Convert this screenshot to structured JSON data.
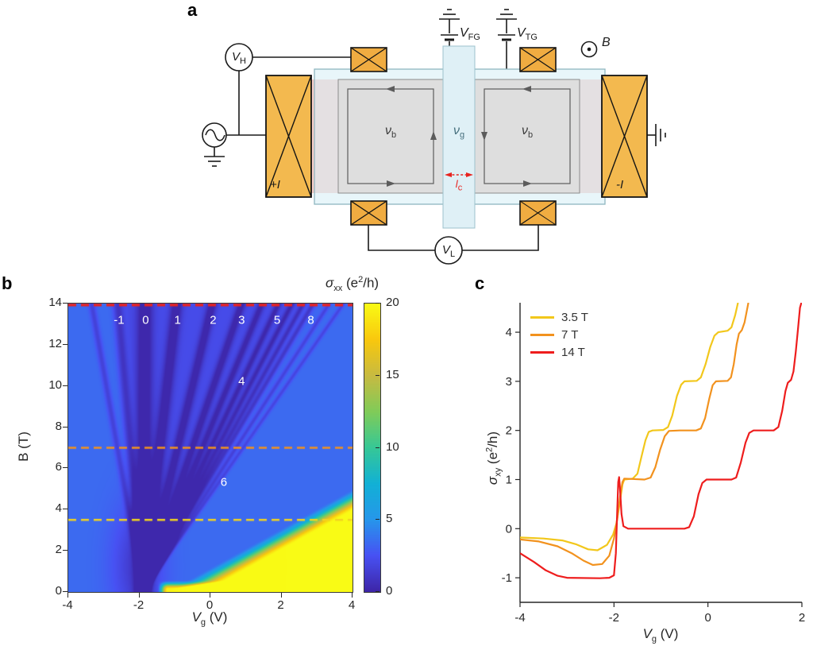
{
  "figure_labels": {
    "a": "a",
    "b": "b",
    "c": "c"
  },
  "panel_a": {
    "vh": {
      "base": "V",
      "sub": "H"
    },
    "vl": {
      "base": "V",
      "sub": "L"
    },
    "vfg": {
      "base": "V",
      "sub": "FG"
    },
    "vtg": {
      "base": "V",
      "sub": "TG"
    },
    "nu_b_left": {
      "base": "ν",
      "sub": "b"
    },
    "nu_g": {
      "base": "ν",
      "sub": "g"
    },
    "nu_b_right": {
      "base": "ν",
      "sub": "b"
    },
    "current_plus": "+I",
    "current_minus": "-I",
    "field": "B",
    "junction_width": {
      "base": "l",
      "sub": "c"
    }
  },
  "panel_b": {
    "ylabel": "B (T)",
    "xlabel": {
      "base": "V",
      "sub": "g",
      "rest": " (V)"
    },
    "colorbar_title": {
      "sym": "σ",
      "sub": "xx",
      "pre": " (e",
      "sup": "2",
      "post": "/h)"
    }
  },
  "panel_c": {
    "xlabel": {
      "base": "V",
      "sub": "g",
      "rest": " (V)"
    },
    "ylabel": {
      "sym": "σ",
      "sub": "xy",
      "pre": " (e",
      "sup": "2",
      "post": "/h)"
    }
  },
  "chart_data": [
    {
      "type": "heatmap",
      "panel": "b",
      "title": "Landau fan of longitudinal conductivity",
      "xlabel": "V_g (V)",
      "ylabel": "B (T)",
      "xlim": [
        -4,
        4
      ],
      "ylim": [
        0,
        14
      ],
      "xticks": [
        -4,
        -2,
        0,
        2,
        4
      ],
      "yticks": [
        0,
        2,
        4,
        6,
        8,
        10,
        12,
        14
      ],
      "colormap": "parula",
      "colorbar": {
        "label": "σ_xx (e^2/h)",
        "range": [
          0,
          20
        ],
        "ticks": [
          0,
          5,
          10,
          15,
          20
        ]
      },
      "landau_fan": {
        "origin_vg": -1.9,
        "levels": [
          {
            "nu": -2,
            "vg_top": -3.35,
            "w": 0.07,
            "depth": 1.8
          },
          {
            "nu": -1,
            "vg_top": -2.62,
            "w": 0.1,
            "depth": 2.4
          },
          {
            "nu": 0,
            "vg_top": -1.85,
            "w": 0.16,
            "depth": 2.9
          },
          {
            "nu": 1,
            "vg_top": -0.95,
            "w": 0.12,
            "depth": 2.7
          },
          {
            "nu": 2,
            "vg_top": 0.05,
            "w": 0.1,
            "depth": 2.5
          },
          {
            "nu": 3,
            "vg_top": 0.88,
            "w": 0.09,
            "depth": 2.4
          },
          {
            "nu": 4,
            "vg_top": 1.45,
            "w": 0.08,
            "depth": 2.2
          },
          {
            "nu": 5,
            "vg_top": 1.92,
            "w": 0.07,
            "depth": 2.1
          },
          {
            "nu": 6,
            "vg_top": 2.3,
            "w": 0.065,
            "depth": 2.0
          },
          {
            "nu": 7,
            "vg_top": 2.62,
            "w": 0.06,
            "depth": 1.9
          },
          {
            "nu": 8,
            "vg_top": 2.9,
            "w": 0.06,
            "depth": 1.9
          },
          {
            "nu": 10,
            "vg_top": 3.35,
            "w": 0.055,
            "depth": 1.7
          },
          {
            "nu": 12,
            "vg_top": 3.75,
            "w": 0.05,
            "depth": 1.6
          }
        ]
      },
      "cuts": [
        {
          "B": 14,
          "color": "#E8231F"
        },
        {
          "B": 7,
          "color": "#F2921E"
        },
        {
          "B": 3.5,
          "color": "#F2D31F"
        }
      ],
      "filling_labels": [
        {
          "text": "-1",
          "vg": -2.55,
          "B": 13.15
        },
        {
          "text": "0",
          "vg": -1.8,
          "B": 13.15
        },
        {
          "text": "1",
          "vg": -0.9,
          "B": 13.15
        },
        {
          "text": "2",
          "vg": 0.1,
          "B": 13.15
        },
        {
          "text": "3",
          "vg": 0.9,
          "B": 13.15
        },
        {
          "text": "5",
          "vg": 1.9,
          "B": 13.15
        },
        {
          "text": "8",
          "vg": 2.85,
          "B": 13.15
        },
        {
          "text": "4",
          "vg": 0.9,
          "B": 10.2
        },
        {
          "text": "6",
          "vg": 0.4,
          "B": 5.3
        }
      ]
    },
    {
      "type": "line",
      "panel": "c",
      "title": "Hall conductivity line cuts",
      "xlabel": "V_g (V)",
      "ylabel": "σ_xy (e^2/h)",
      "xlim": [
        -4,
        2
      ],
      "ylim": [
        -1.5,
        4.6
      ],
      "xticks": [
        -4,
        -2,
        0,
        2
      ],
      "yticks": [
        -1,
        0,
        1,
        2,
        3,
        4
      ],
      "legend_position": "top-left",
      "series": [
        {
          "name": "3.5 T",
          "color": "#F2C71B",
          "points": [
            [
              -4,
              -0.18
            ],
            [
              -3.5,
              -0.2
            ],
            [
              -3.1,
              -0.24
            ],
            [
              -2.8,
              -0.32
            ],
            [
              -2.55,
              -0.42
            ],
            [
              -2.35,
              -0.44
            ],
            [
              -2.15,
              -0.33
            ],
            [
              -2.02,
              -0.12
            ],
            [
              -1.95,
              0.1
            ],
            [
              -1.88,
              0.5
            ],
            [
              -1.82,
              0.9
            ],
            [
              -1.78,
              1.0
            ],
            [
              -1.6,
              1.02
            ],
            [
              -1.5,
              1.12
            ],
            [
              -1.42,
              1.45
            ],
            [
              -1.33,
              1.8
            ],
            [
              -1.26,
              1.97
            ],
            [
              -1.18,
              2.0
            ],
            [
              -0.95,
              2.01
            ],
            [
              -0.85,
              2.07
            ],
            [
              -0.76,
              2.3
            ],
            [
              -0.66,
              2.7
            ],
            [
              -0.57,
              2.93
            ],
            [
              -0.5,
              3.0
            ],
            [
              -0.24,
              3.01
            ],
            [
              -0.15,
              3.08
            ],
            [
              -0.05,
              3.35
            ],
            [
              0.05,
              3.7
            ],
            [
              0.14,
              3.93
            ],
            [
              0.22,
              4.0
            ],
            [
              0.42,
              4.03
            ],
            [
              0.5,
              4.1
            ],
            [
              0.58,
              4.35
            ],
            [
              0.64,
              4.6
            ]
          ]
        },
        {
          "name": "7 T",
          "color": "#F2921E",
          "points": [
            [
              -4,
              -0.22
            ],
            [
              -3.6,
              -0.26
            ],
            [
              -3.2,
              -0.36
            ],
            [
              -2.9,
              -0.5
            ],
            [
              -2.65,
              -0.65
            ],
            [
              -2.45,
              -0.74
            ],
            [
              -2.25,
              -0.72
            ],
            [
              -2.1,
              -0.55
            ],
            [
              -2.0,
              -0.2
            ],
            [
              -1.93,
              0.2
            ],
            [
              -1.87,
              0.65
            ],
            [
              -1.82,
              0.95
            ],
            [
              -1.78,
              1.02
            ],
            [
              -1.35,
              1.0
            ],
            [
              -1.22,
              1.04
            ],
            [
              -1.12,
              1.25
            ],
            [
              -1.02,
              1.6
            ],
            [
              -0.92,
              1.88
            ],
            [
              -0.83,
              1.99
            ],
            [
              -0.6,
              2.0
            ],
            [
              -0.25,
              2.0
            ],
            [
              -0.15,
              2.04
            ],
            [
              -0.06,
              2.25
            ],
            [
              0.03,
              2.65
            ],
            [
              0.1,
              2.92
            ],
            [
              0.17,
              3.0
            ],
            [
              0.42,
              3.01
            ],
            [
              0.49,
              3.08
            ],
            [
              0.55,
              3.35
            ],
            [
              0.61,
              3.75
            ],
            [
              0.66,
              3.97
            ],
            [
              0.72,
              4.04
            ],
            [
              0.78,
              4.2
            ],
            [
              0.83,
              4.45
            ],
            [
              0.86,
              4.6
            ]
          ]
        },
        {
          "name": "14 T",
          "color": "#EE1D1D",
          "points": [
            [
              -4,
              -0.5
            ],
            [
              -3.7,
              -0.68
            ],
            [
              -3.45,
              -0.85
            ],
            [
              -3.2,
              -0.96
            ],
            [
              -3.0,
              -1.0
            ],
            [
              -2.3,
              -1.01
            ],
            [
              -2.1,
              -1.0
            ],
            [
              -2.0,
              -0.95
            ],
            [
              -1.96,
              -0.5
            ],
            [
              -1.93,
              0.4
            ],
            [
              -1.91,
              0.95
            ],
            [
              -1.89,
              1.05
            ],
            [
              -1.87,
              0.8
            ],
            [
              -1.84,
              0.3
            ],
            [
              -1.8,
              0.05
            ],
            [
              -1.7,
              0.0
            ],
            [
              -0.5,
              0.0
            ],
            [
              -0.4,
              0.03
            ],
            [
              -0.3,
              0.25
            ],
            [
              -0.2,
              0.7
            ],
            [
              -0.12,
              0.93
            ],
            [
              -0.03,
              1.0
            ],
            [
              0.5,
              1.0
            ],
            [
              0.6,
              1.04
            ],
            [
              0.7,
              1.35
            ],
            [
              0.8,
              1.75
            ],
            [
              0.88,
              1.95
            ],
            [
              0.97,
              2.0
            ],
            [
              1.4,
              2.0
            ],
            [
              1.5,
              2.07
            ],
            [
              1.58,
              2.4
            ],
            [
              1.65,
              2.8
            ],
            [
              1.7,
              2.97
            ],
            [
              1.77,
              3.03
            ],
            [
              1.82,
              3.2
            ],
            [
              1.87,
              3.6
            ],
            [
              1.92,
              4.1
            ],
            [
              1.96,
              4.5
            ],
            [
              1.99,
              4.6
            ]
          ]
        }
      ]
    }
  ]
}
